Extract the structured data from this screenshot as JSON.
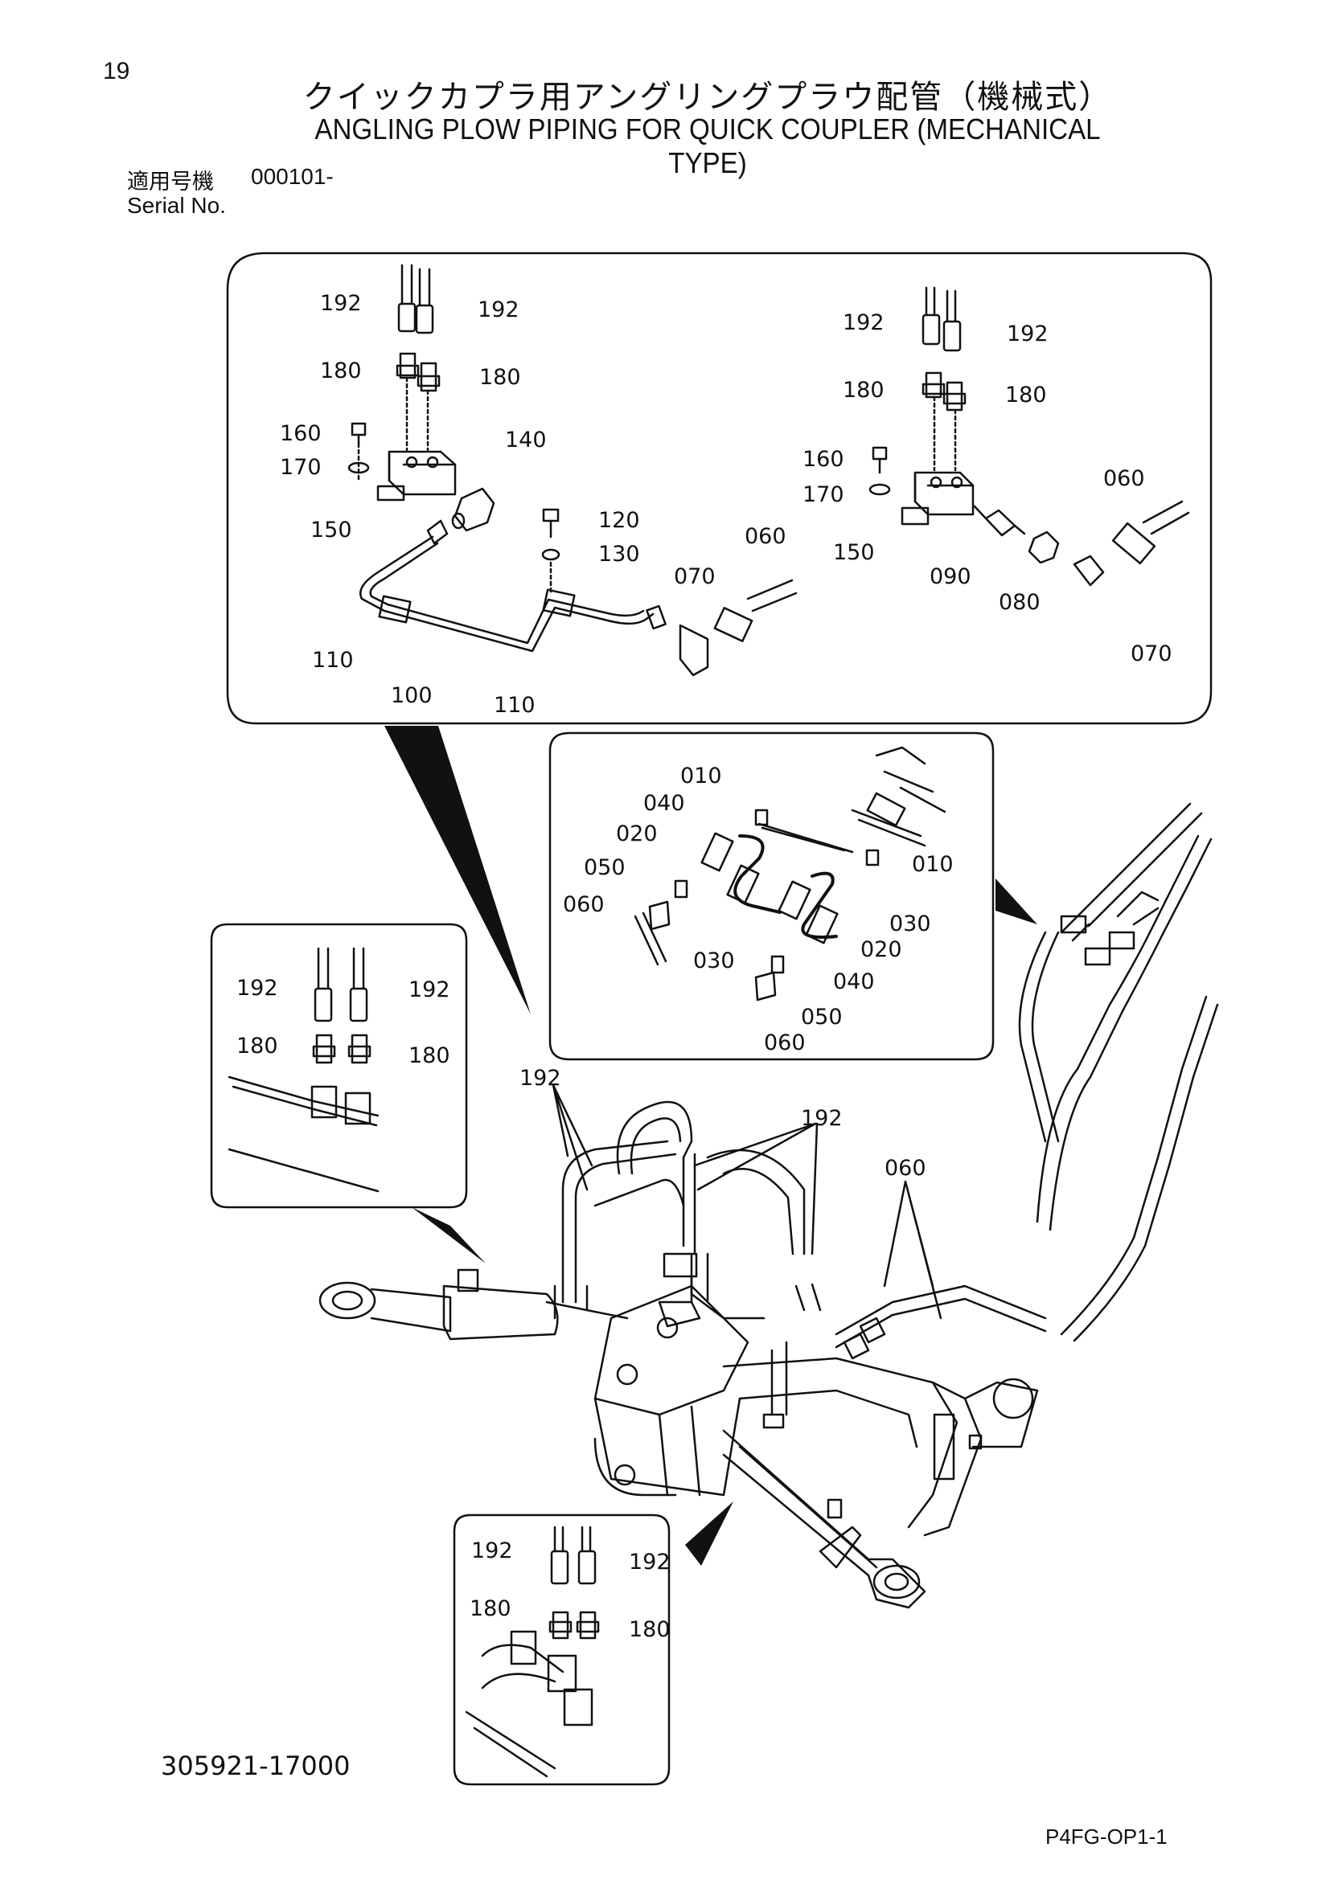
{
  "header": {
    "page_number": "19",
    "title_jp": "クイックカプラ用アングリングプラウ配管（機械式）",
    "title_en": "ANGLING PLOW PIPING FOR QUICK COUPLER (MECHANICAL TYPE)",
    "serial_label_jp": "適用号機",
    "serial_value": "000101-",
    "serial_label_en": "Serial No."
  },
  "footer": {
    "drawing_number": "305921-17000",
    "page_code": "P4FG-OP1-1"
  },
  "callouts": {
    "top_left": [
      "192",
      "192",
      "180",
      "180",
      "160",
      "170",
      "140",
      "150",
      "120",
      "130",
      "110",
      "100",
      "110"
    ],
    "top_right": [
      "192",
      "192",
      "180",
      "180",
      "160",
      "170",
      "060",
      "150",
      "090",
      "080",
      "070",
      "070",
      "060"
    ],
    "middle": [
      "010",
      "040",
      "020",
      "050",
      "060",
      "010",
      "030",
      "030",
      "020",
      "040",
      "050",
      "060"
    ],
    "left_inset": [
      "192",
      "192",
      "180",
      "180"
    ],
    "bottom_inset": [
      "192",
      "192",
      "180",
      "180"
    ],
    "main": [
      "192",
      "192",
      "060"
    ]
  }
}
